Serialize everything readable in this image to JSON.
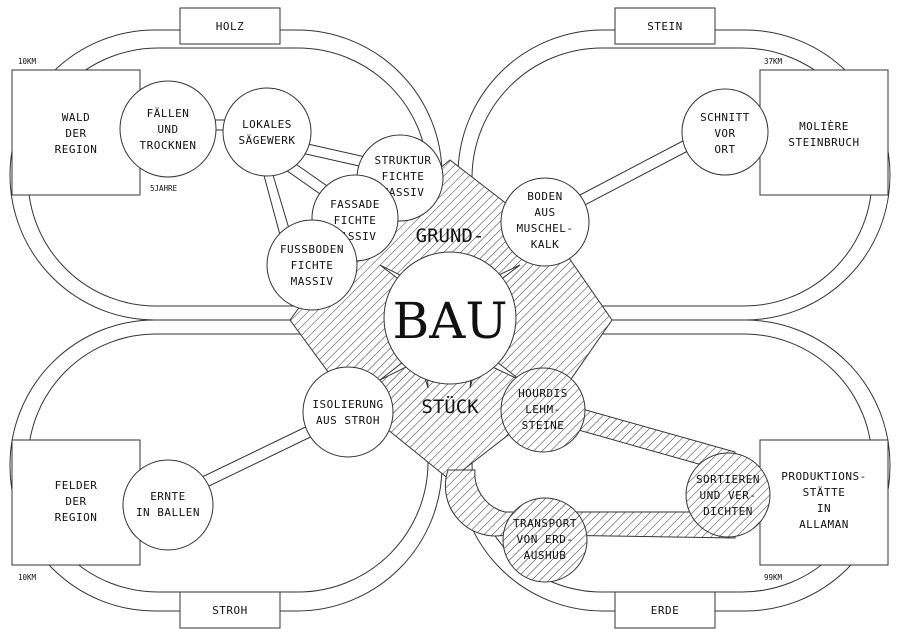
{
  "materials": {
    "wood": "HOLZ",
    "stone": "STEIN",
    "straw": "STROH",
    "earth": "ERDE"
  },
  "distances": {
    "wood": "10KM",
    "stone": "37KM",
    "straw": "10KM",
    "earth": "99KM"
  },
  "wood_note": "5JAHRE",
  "center": {
    "title": "BAU",
    "top": "GRUND-",
    "bottom": "STÜCK"
  },
  "sources": {
    "forest": [
      "WALD",
      "DER",
      "REGION"
    ],
    "quarry": [
      "MOLIÈRE",
      "STEINBRUCH"
    ],
    "fields": [
      "FELDER",
      "DER",
      "REGION"
    ],
    "plant": [
      "PRODUKTIONS-",
      "STÄTTE",
      "IN",
      "ALLAMAN"
    ]
  },
  "nodes": {
    "felling": [
      "FÄLLEN",
      "UND",
      "TROCKNEN"
    ],
    "sawmill": [
      "LOKALES",
      "SÄGEWERK"
    ],
    "structure": [
      "STRUKTUR",
      "FICHTE",
      "MASSIV"
    ],
    "facade": [
      "FASSADE",
      "FICHTE",
      "MASSIV"
    ],
    "floor": [
      "FUSSBODEN",
      "FICHTE",
      "MASSIV"
    ],
    "cut": [
      "SCHNITT",
      "VOR",
      "ORT"
    ],
    "stone_floor": [
      "BODEN",
      "AUS",
      "MUSCHEL-",
      "KALK"
    ],
    "insulation": [
      "ISOLIERUNG",
      "AUS STROH"
    ],
    "harvest": [
      "ERNTE",
      "IN BALLEN"
    ],
    "hourdis": [
      "HOURDIS",
      "LEHM-",
      "STEINE"
    ],
    "sorting": [
      "SORTIEREN",
      "UND VER-",
      "DICHTEN"
    ],
    "transport": [
      "TRANSPORT",
      "VON ERD-",
      "AUSHUB"
    ]
  }
}
